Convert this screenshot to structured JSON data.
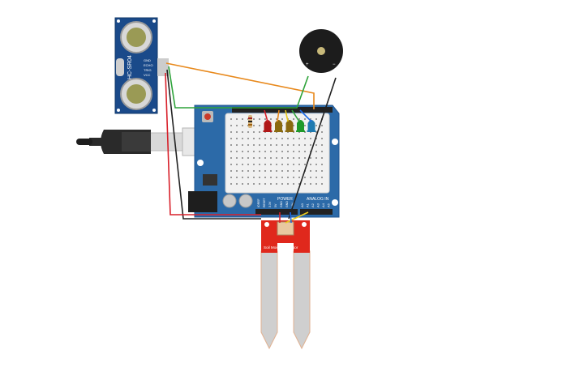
{
  "ultrasonic": {
    "model": "HC-SR04",
    "pin_labels": [
      "GND",
      "ECHO",
      "TRIG",
      "VCC"
    ],
    "color": "#1a4a8a"
  },
  "buzzer": {
    "plus": "+",
    "minus": "−",
    "color": "#1c1c1c"
  },
  "arduino": {
    "power_label": "POWER",
    "analog_label": "ANALOG IN",
    "power_pins": [
      "IOREF",
      "RESET",
      "3.3V",
      "5V",
      "GND",
      "GND",
      "VIN"
    ],
    "analog_pins": [
      "A0",
      "A1",
      "A2",
      "A3",
      "A4",
      "A5"
    ],
    "board_color": "#2c6aa8"
  },
  "soil_sensor": {
    "label": "Soil Moisture Sensor",
    "color": "#e0281c"
  },
  "leds": {
    "colors": [
      "#b01818",
      "#8a6a10",
      "#8a6a10",
      "#1f9a2a",
      "#1f7ab0"
    ]
  },
  "wires": {
    "colors": {
      "orange": "#e8891c",
      "green": "#2ea33a",
      "black": "#222222",
      "red": "#d8202a",
      "yellow": "#e8c81c",
      "blue": "#1c6ae8"
    }
  }
}
